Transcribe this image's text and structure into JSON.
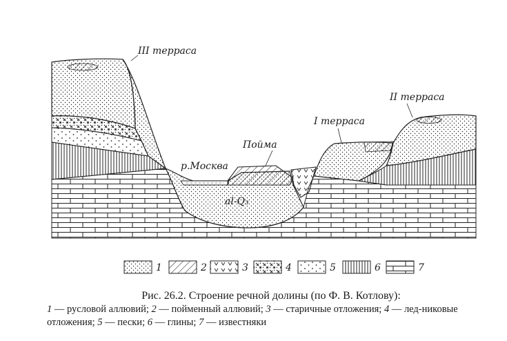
{
  "labels": {
    "terrace3": "III терраса",
    "terrace2": "II терраса",
    "terrace1": "I терраса",
    "floodplain": "Пойма",
    "river": "р.Москва",
    "alluvium": "al-Q₃"
  },
  "legend": [
    {
      "num": "1",
      "pattern": "channel-alluvium"
    },
    {
      "num": "2",
      "pattern": "floodplain-alluvium"
    },
    {
      "num": "3",
      "pattern": "oxbow-deposits"
    },
    {
      "num": "4",
      "pattern": "glacial-deposits"
    },
    {
      "num": "5",
      "pattern": "sands"
    },
    {
      "num": "6",
      "pattern": "clays"
    },
    {
      "num": "7",
      "pattern": "limestones"
    }
  ],
  "caption": {
    "title": "Рис. 26.2. Строение речной долины (по Ф. В. Котлову):",
    "items": [
      {
        "num": "1",
        "text": "— русловой аллювий;"
      },
      {
        "num": "2",
        "text": "— пойменный аллювий;"
      },
      {
        "num": "3",
        "text": "— старичные отложения;"
      },
      {
        "num": "4",
        "text": "— лед-никовые отложения;"
      },
      {
        "num": "5",
        "text": "— пески;"
      },
      {
        "num": "6",
        "text": "— глины;"
      },
      {
        "num": "7",
        "text": "— известняки"
      }
    ]
  }
}
